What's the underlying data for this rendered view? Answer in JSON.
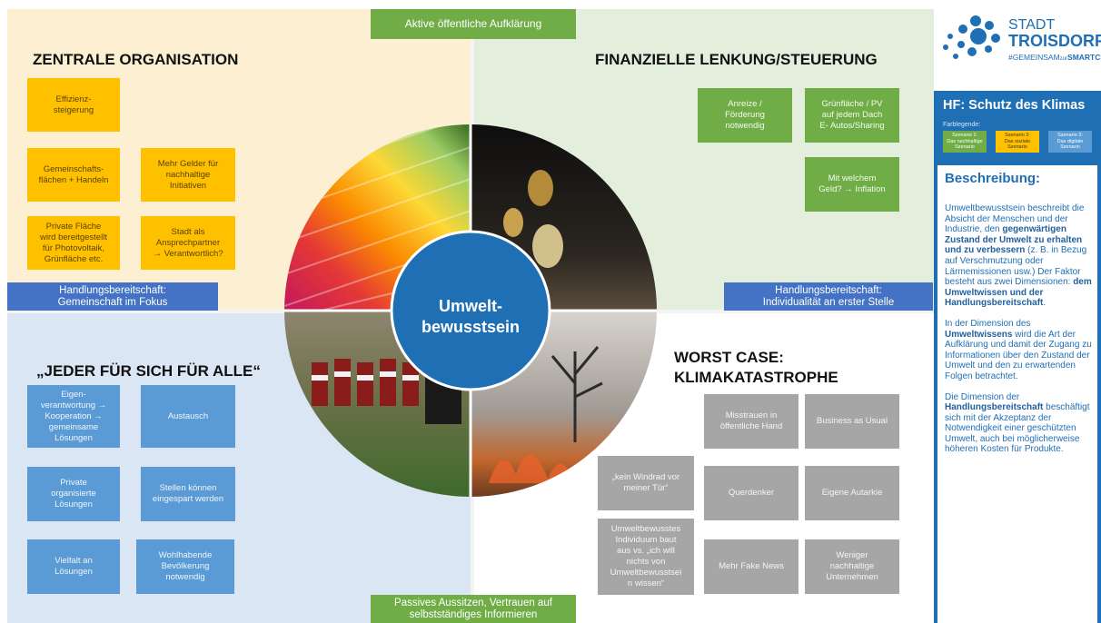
{
  "quadrants": {
    "top_left": {
      "title": "ZENTRALE ORGANISATION",
      "boxes": [
        "Effizienz-\nsteigerung",
        "Gemeinschafts-\nflächen + Handeln",
        "Mehr Gelder für\nnachhaltige\nInitiativen",
        "Private Fläche\nwird bereitgestellt\nfür Photovoltaik,\nGrünfläche etc.",
        "Stadt als\nAnsprechpartner\n→ Verantwortlich?"
      ],
      "banner": [
        "Handlungsbereitschaft:",
        "Gemeinschaft im Fokus"
      ]
    },
    "top_right": {
      "title": "FINANZIELLE LENKUNG/STEUERUNG",
      "boxes": [
        "Anreize /\nFörderung\nnotwendig",
        "Grünfläche / PV\nauf jedem Dach\nE- Autos/Sharing",
        "Mit welchem\nGeld? → Inflation"
      ],
      "banner": [
        "Handlungsbereitschaft:",
        "Individualität an erster Stelle"
      ]
    },
    "bottom_left": {
      "title": "„JEDER FÜR SICH FÜR ALLE“",
      "boxes": [
        "Eigen-\nverantwortung →\nKooperation →\ngemeinsame\nLösungen",
        "Austausch",
        "Private\norganisierte\nLösungen",
        "Stellen können\neingespart werden",
        "Vielfalt an\nLösungen",
        "Wohlhabende\nBevölkerung\nnotwendig"
      ]
    },
    "bottom_right": {
      "title": "WORST CASE:\nKLIMAKATASTROPHE",
      "boxes": [
        "Misstrauen in\nöffentliche Hand",
        "Business as Usual",
        "„kein Windrad vor\nmeiner Tür“",
        "Querdenker",
        "Eigene Autarkie",
        "Umweltbewusstes\nIndividuum baut\naus vs. „ich will\nnichts von\nUmweltbewusstsei\nn wissen“",
        "Mehr Fake News",
        "Weniger\nnachhaltige\nUnternehmen"
      ]
    }
  },
  "top_banner": "Aktive öffentliche Aufklärung",
  "bottom_banner": [
    "Passives Aussitzen, Vertrauen auf",
    "selbstständiges Informieren"
  ],
  "center": [
    "Umwelt-",
    "bewusstsein"
  ],
  "logo": {
    "line1": "STADT",
    "line2": "TROISDORF",
    "tag_prefix": "#GEMEINSAM",
    "tag_zur": "zur",
    "tag_suffix": "SMARTCITY"
  },
  "sidebar": {
    "title": "HF: Schutz des Klimas",
    "legend_label": "Farblegende:",
    "legend": [
      {
        "label": "Szenario 1:\nDas nachhaltige\nSzenario",
        "color": "#70ad47"
      },
      {
        "label": "Szenario 2:\nDas soziale\nSzenario",
        "color": "#ffc000"
      },
      {
        "label": "Szenario 3:\nDas digitale\nSzenario",
        "color": "#5b9bd5"
      }
    ],
    "desc_title": "Beschreibung:",
    "p1_a": "Umweltbewusstsein beschreibt die Absicht der Menschen und der Industrie, den ",
    "p1_b": "gegenwärtigen Zustand der Umwelt zu erhalten und zu verbessern",
    "p1_c": " (z. B. in Bezug auf Verschmutzung oder Lärmemissionen usw.) Der Faktor besteht aus zwei Dimensionen: ",
    "p1_d": "dem Umweltwissen und der Handlungsbereitschaft",
    "p1_e": ".",
    "p2_a": "In der Dimension des ",
    "p2_b": "Umweltwissens",
    "p2_c": " wird die Art der Aufklärung und damit der Zugang zu Informationen über den Zustand der Umwelt und den zu erwartenden Folgen betrachtet.",
    "p3_a": "Die Dimension der ",
    "p3_b": "Handlungsbereitschaft",
    "p3_c": " beschäftigt sich mit der Akzeptanz der Notwendigkeit einer geschützten Umwelt, auch bei möglicherweise höheren Kosten für Produkte."
  }
}
